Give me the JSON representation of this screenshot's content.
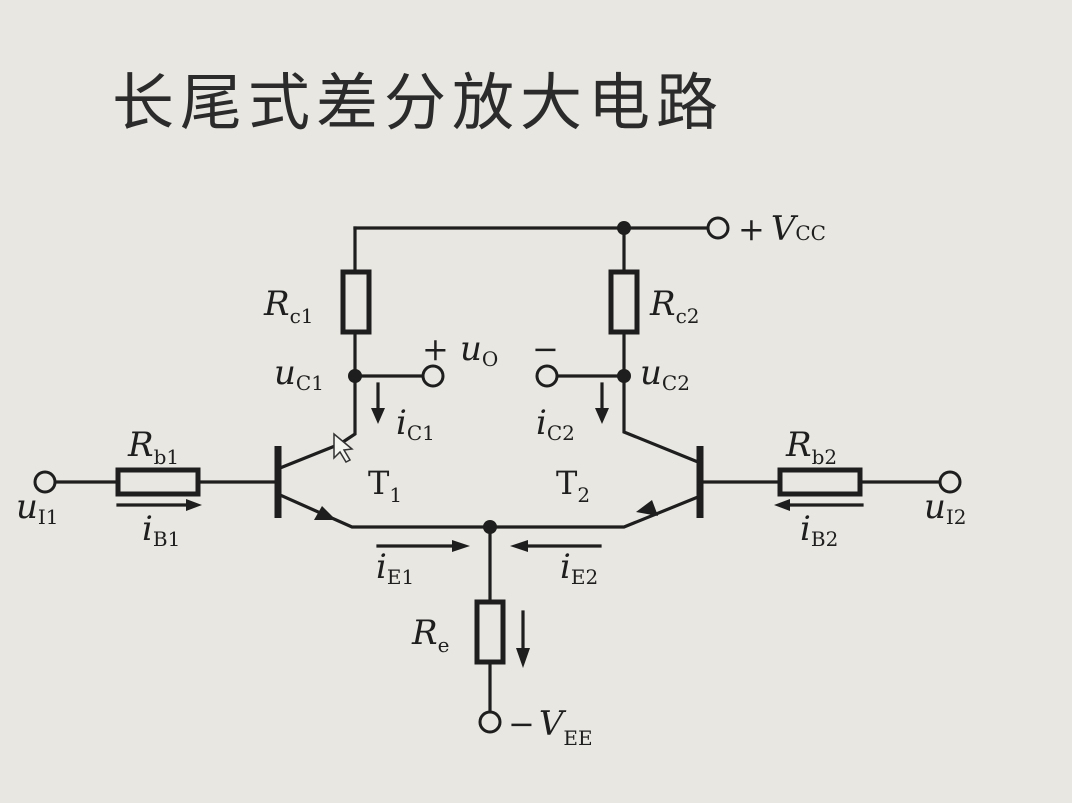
{
  "title": "长尾式差分放大电路",
  "labels": {
    "vcc": {
      "pre": "+",
      "main": "V",
      "sub": "CC"
    },
    "vee": {
      "pre": "−",
      "main": "V",
      "sub": "EE"
    },
    "rc1": {
      "main": "R",
      "sub": "c1"
    },
    "rc2": {
      "main": "R",
      "sub": "c2"
    },
    "rb1": {
      "main": "R",
      "sub": "b1"
    },
    "rb2": {
      "main": "R",
      "sub": "b2"
    },
    "re": {
      "main": "R",
      "sub": "e"
    },
    "uc1": {
      "main": "u",
      "sub": "C1"
    },
    "uc2": {
      "main": "u",
      "sub": "C2"
    },
    "uo": {
      "plus": "+",
      "main": "u",
      "sub": "O",
      "minus": "−"
    },
    "ic1": {
      "main": "i",
      "sub": "C1"
    },
    "ic2": {
      "main": "i",
      "sub": "C2"
    },
    "ib1": {
      "main": "i",
      "sub": "B1"
    },
    "ib2": {
      "main": "i",
      "sub": "B2"
    },
    "ie1": {
      "main": "i",
      "sub": "E1"
    },
    "ie2": {
      "main": "i",
      "sub": "E2"
    },
    "ui1": {
      "main": "u",
      "sub": "I1"
    },
    "ui2": {
      "main": "u",
      "sub": "I2"
    },
    "t1": {
      "main": "T",
      "sub": "1"
    },
    "t2": {
      "main": "T",
      "sub": "2"
    }
  },
  "colors": {
    "background": "#e8e7e1",
    "ink": "#1e1e1e"
  }
}
